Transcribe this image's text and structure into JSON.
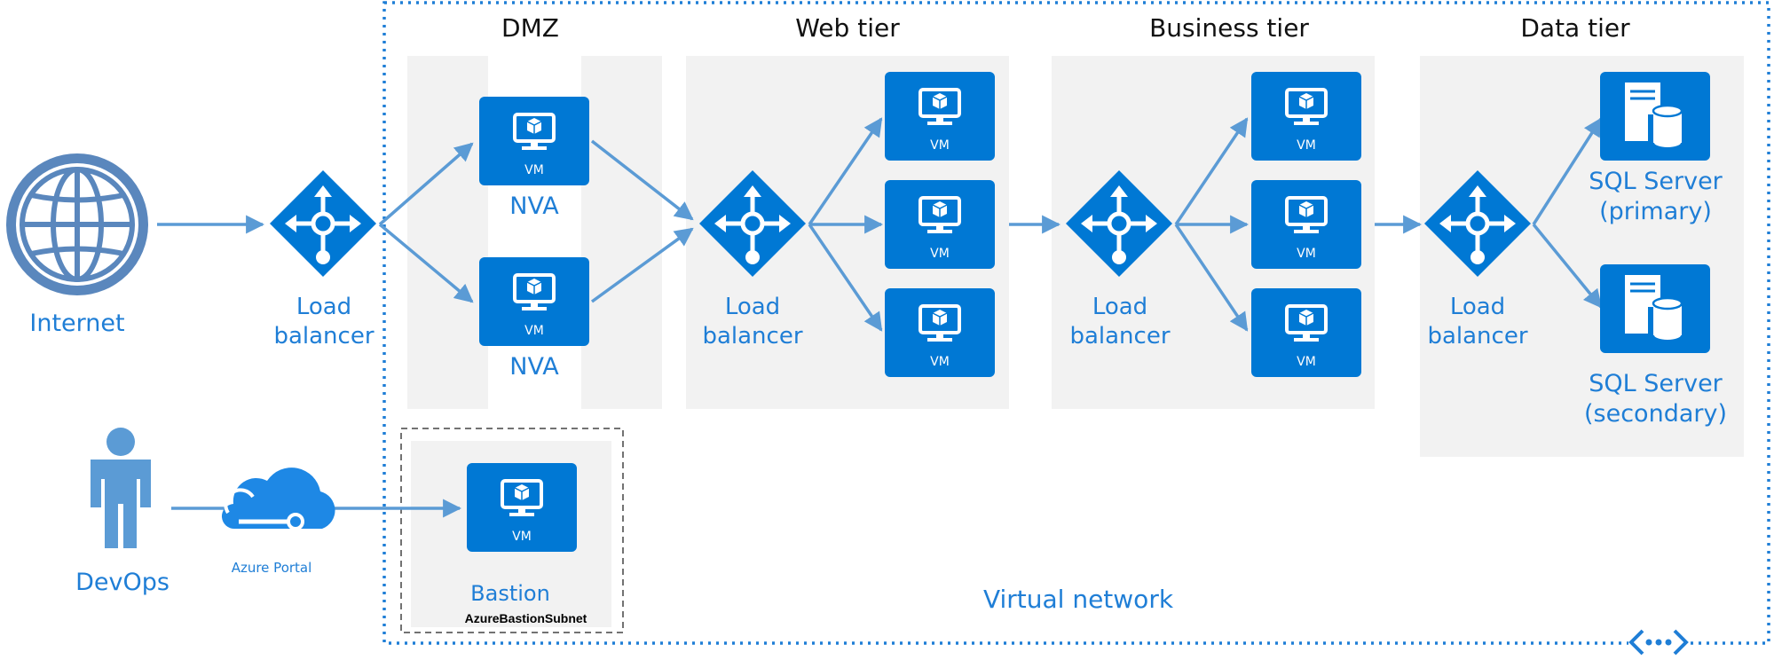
{
  "tiers": {
    "dmz": "DMZ",
    "web": "Web tier",
    "business": "Business tier",
    "data": "Data tier"
  },
  "nodes": {
    "internet": "Internet",
    "devops": "DevOps",
    "azure_portal": "Azure Portal",
    "lb_label_1": "Load",
    "lb_label_2": "balancer",
    "nva": "NVA",
    "vm": "VM",
    "sql_primary_1": "SQL Server",
    "sql_primary_2": "(primary)",
    "sql_secondary_1": "SQL Server",
    "sql_secondary_2": "(secondary)",
    "bastion": "Bastion",
    "bastion_subnet": "AzureBastionSubnet",
    "virtual_network": "Virtual network"
  },
  "colors": {
    "accent": "#0f78d4",
    "icon_blue": "#0078d4",
    "line_blue": "#5b9bd5",
    "globe_blue": "#5a87bd",
    "panel": "#f2f2f2",
    "label_blue": "#1f7ed6"
  }
}
